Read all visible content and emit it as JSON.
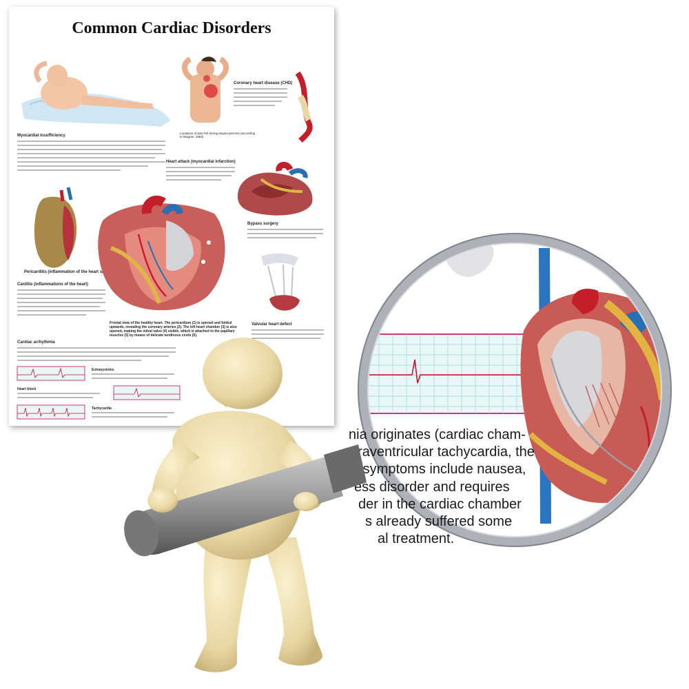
{
  "poster": {
    "title": "Common Cardiac Disorders",
    "sections": {
      "myocardial": "Myocardial insufficiency",
      "chd": "Coronary heart disease (CHD)",
      "pain_caption": "Locations of pain felt during angina pectoris (according to Wagner, 1983)",
      "heart_attack": "Heart attack (myocardial infarction)",
      "bypass": "Bypass surgery",
      "pericarditis": "Pericarditis (inflammation of the heart sac)",
      "carditis": "Carditis (inflammations of the heart)",
      "frontal_caption": "Frontal view of the healthy heart. The pericardium (1) is opened and folded upwards, revealing the coronary arteries (2). The left heart chamber (3) is also opened, making the mitral valve (4) visible, which is attached to the papillary muscles (5) by means of delicate tendinous cords (5).",
      "valvular": "Valvular heart defect",
      "arrhythmia": "Cardiac arrhythmia",
      "extrasystoles": "Extrasystoles",
      "heart_block": "Heart block",
      "tachycardia": "Tachycardia"
    }
  },
  "magnifier": {
    "lines": [
      "nia originates (cardiac cham-",
      "praventricular tachycardia, the",
      "e symptoms include nausea,",
      "ess disorder and requires",
      "der in the cardiac chamber",
      "s already suffered some",
      "al treatment."
    ]
  },
  "colors": {
    "ecg_grid": "#7ec4c4",
    "ecg_trace": "#c8102e",
    "ecg_border": "#d2347a",
    "figure_skin": "#ecdcaa",
    "lens_rim": "#b8bcc2",
    "handle": "#8e8e8e"
  },
  "icons": [
    "magnifying-glass-icon",
    "mannequin-figure-icon",
    "heart-illustration-icon",
    "ecg-strip-icon"
  ]
}
